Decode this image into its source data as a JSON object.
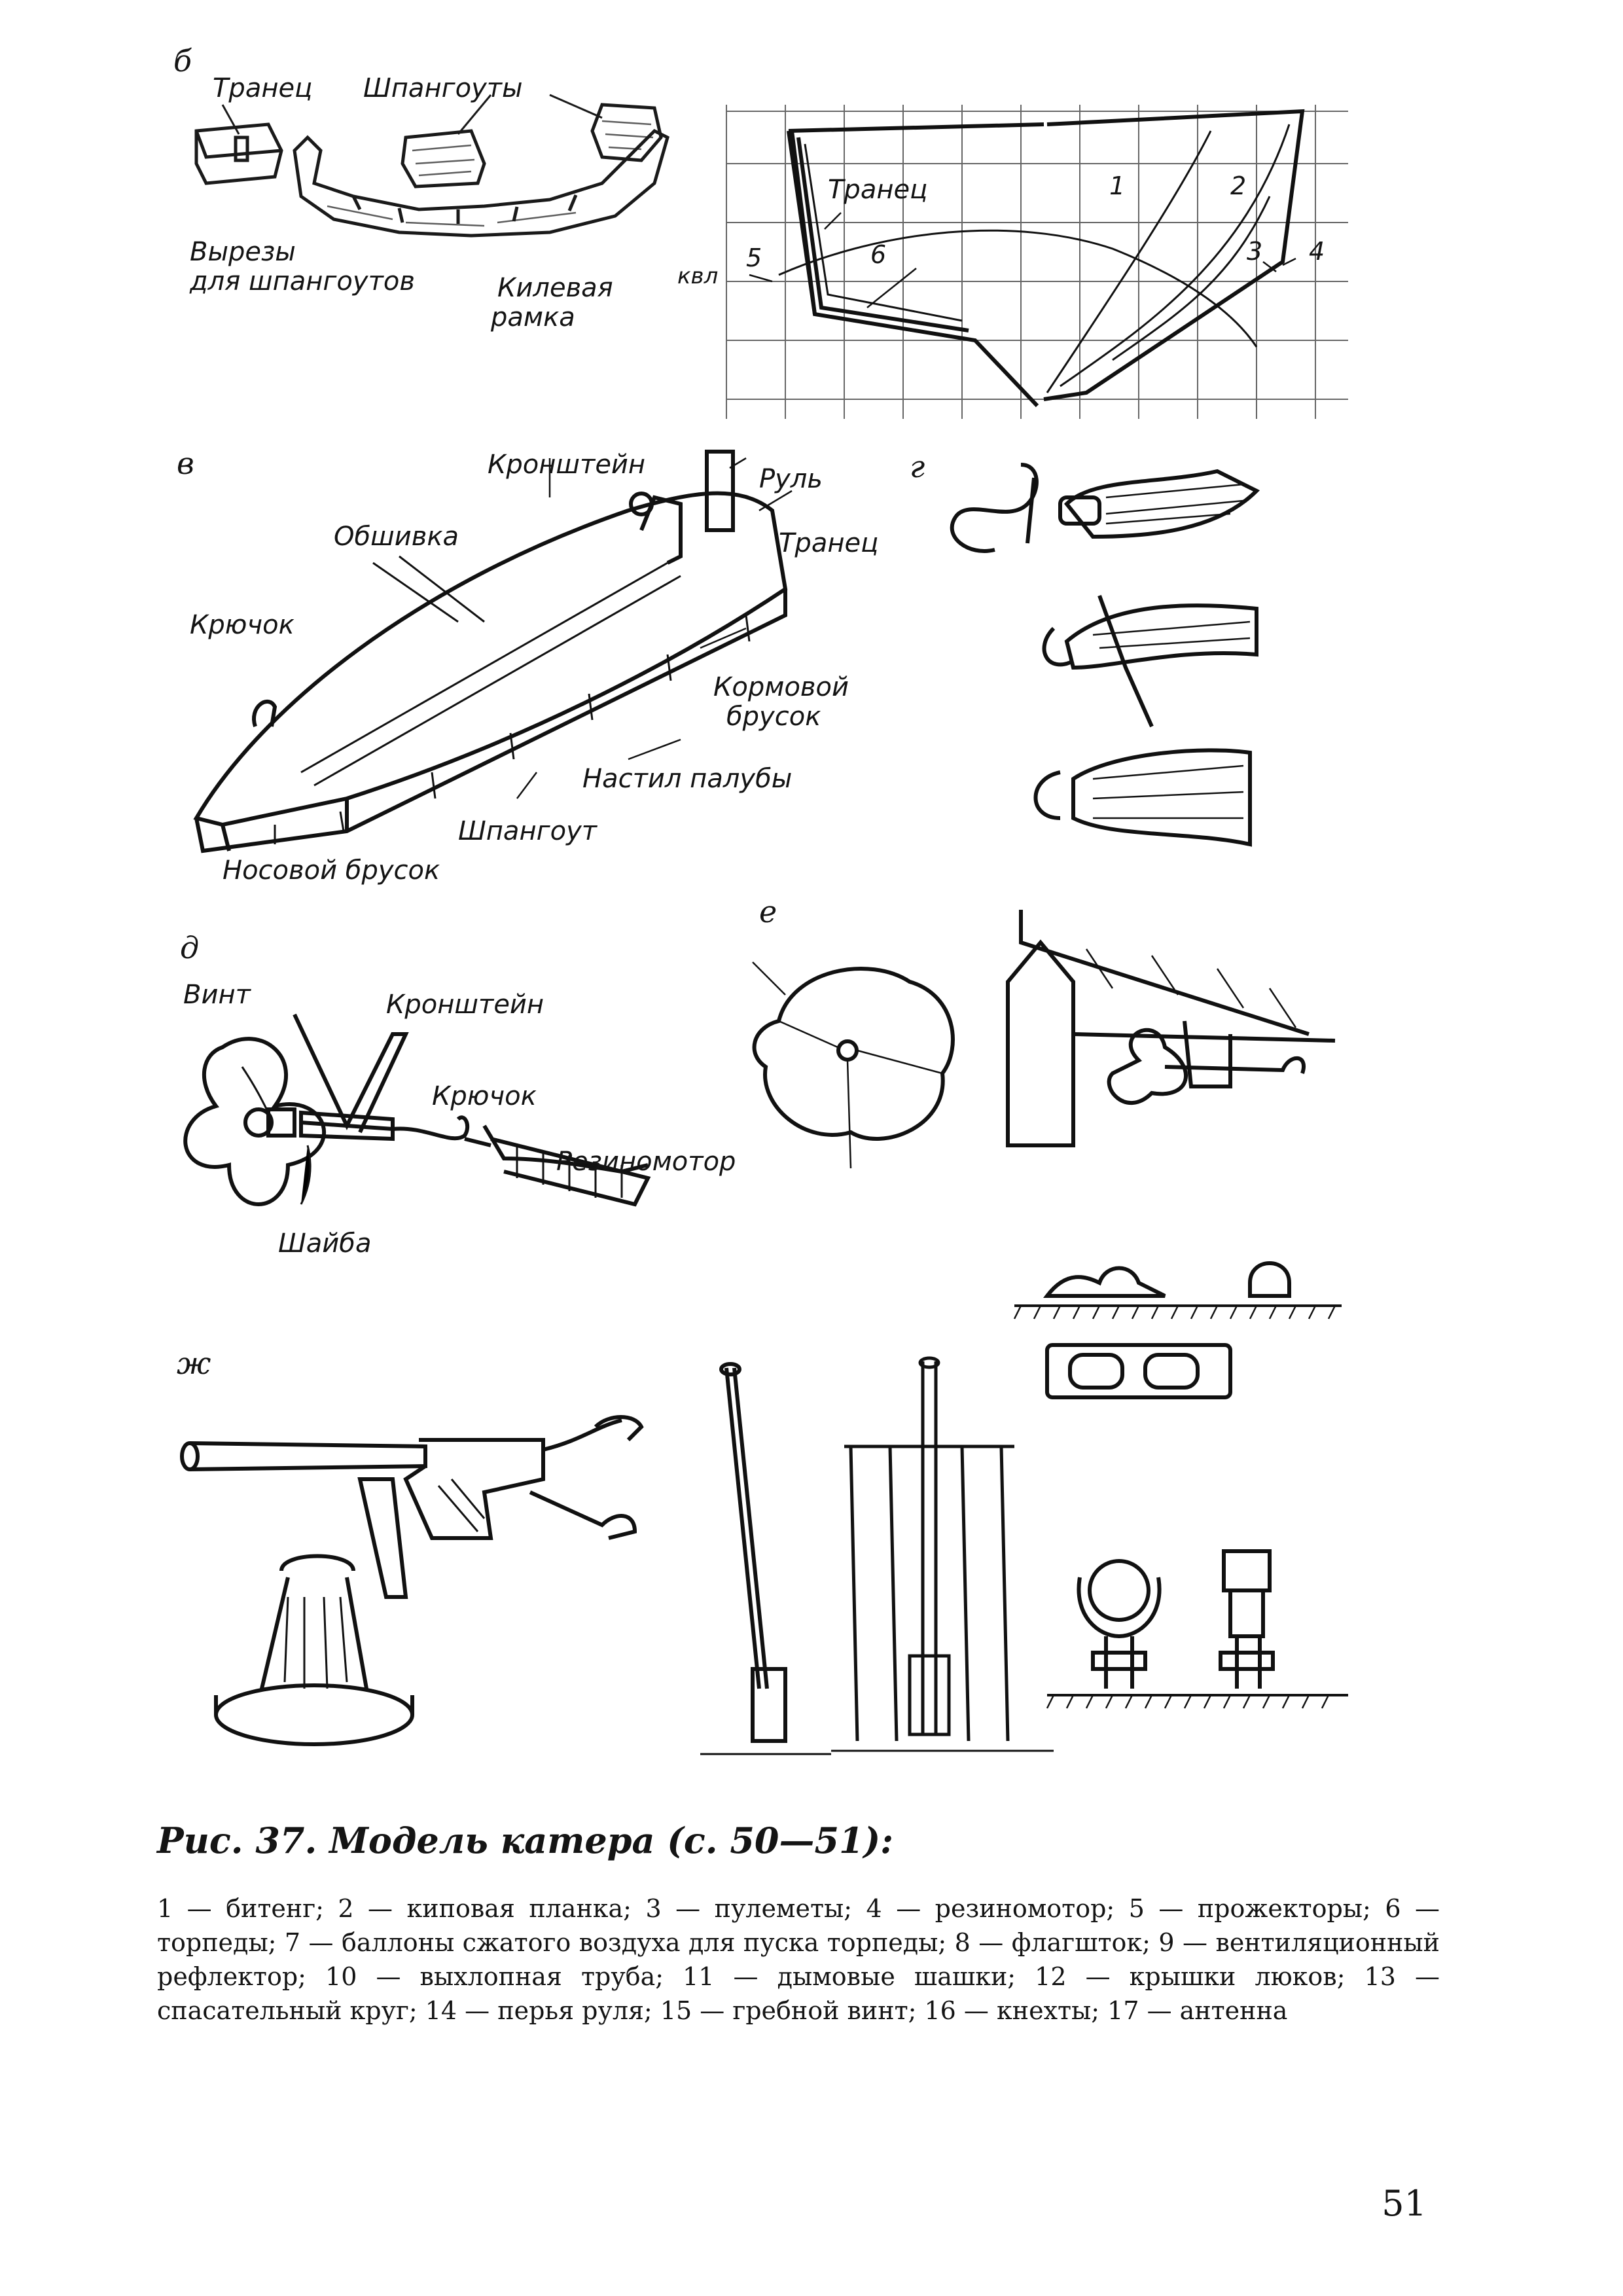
{
  "sections": {
    "b": "б",
    "v": "в",
    "g": "г",
    "d": "д",
    "e": "е",
    "zh": "ж"
  },
  "fig_b": {
    "transom": "Транец",
    "frames": "Шпангоуты",
    "cutouts_1": "Вырезы",
    "cutouts_2": "для шпангоутов",
    "keel_1": "Килевая",
    "keel_2": "рамка"
  },
  "fig_grid": {
    "transom": "Транец",
    "kvl": "квл",
    "n1": "1",
    "n2": "2",
    "n3": "3",
    "n4": "4",
    "n5": "5",
    "n6": "6"
  },
  "fig_v": {
    "bracket": "Кронштейн",
    "rudder": "Руль",
    "transom": "Транец",
    "planking": "Обшивка",
    "hook": "Крючок",
    "stern_block_1": "Кормовой",
    "stern_block_2": "брусок",
    "deck": "Настил палубы",
    "frame": "Шпангоут",
    "bow_block": "Носовой брусок"
  },
  "fig_d": {
    "screw": "Винт",
    "bracket": "Кронштейн",
    "hook": "Крючок",
    "rubber": "Резиномотор",
    "washer": "Шайба"
  },
  "caption": "Рис. 37. Модель катера (с. 50—51):",
  "legend": "1 — битенг; 2 — киповая планка; 3 — пулеметы; 4 — резиномотор; 5 — прожекторы; 6 — торпеды; 7 — баллоны сжатого воздуха для пуска торпеды; 8 — флагшток; 9 — вентиляционный рефлектор; 10 — выхлопная труба; 11 — дымовые шашки; 12 — крышки люков; 13 — спасательный круг; 14 — перья руля; 15 — гребной винт; 16 — кнехты; 17 — антенна",
  "page_number": "51"
}
